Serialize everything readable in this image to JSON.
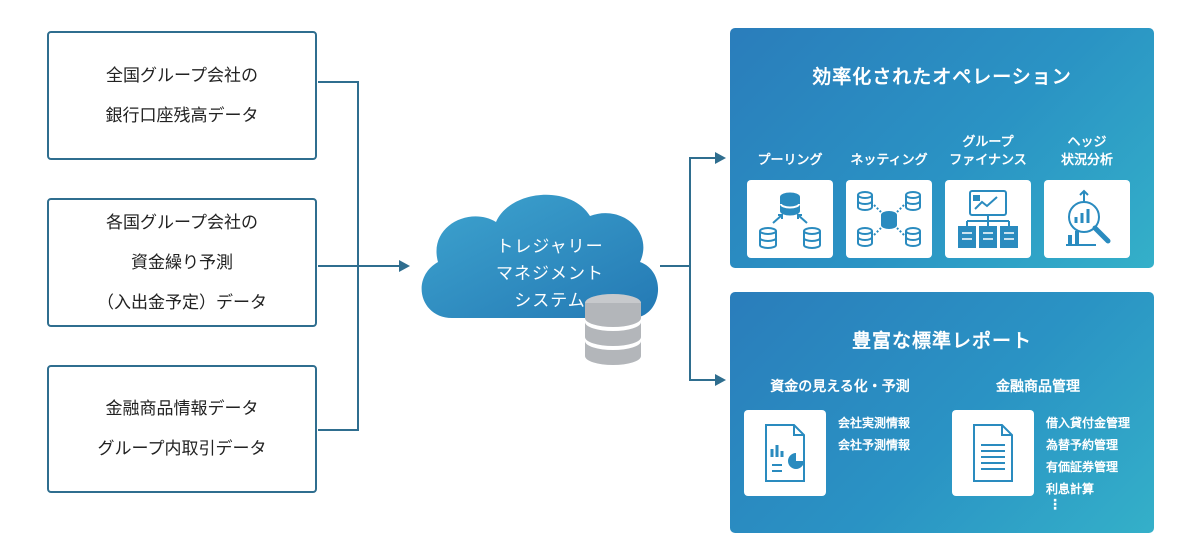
{
  "sources": {
    "box1": {
      "line1": "全国グループ会社の",
      "line2": "銀行口座残高データ"
    },
    "box2": {
      "line1": "各国グループ会社の",
      "line2": "資金繰り予測",
      "line3": "（入出金予定）データ"
    },
    "box3": {
      "line1": "金融商品情報データ",
      "line2": "グループ内取引データ"
    }
  },
  "cloud": {
    "line1": "トレジャリー",
    "line2": "マネジメント",
    "line3": "システム"
  },
  "operations": {
    "title": "効率化されたオペレーション",
    "items": [
      {
        "line1": "",
        "line2": "プーリング",
        "icon": "pooling-icon"
      },
      {
        "line1": "",
        "line2": "ネッティング",
        "icon": "netting-icon"
      },
      {
        "line1": "グループ",
        "line2": "ファイナンス",
        "icon": "group-finance-icon"
      },
      {
        "line1": "ヘッジ",
        "line2": "状況分析",
        "icon": "hedge-analysis-icon"
      }
    ]
  },
  "reports": {
    "title": "豊富な標準レポート",
    "left": {
      "title": "資金の見える化・予測",
      "items": [
        "会社実測情報",
        "会社予測情報"
      ],
      "icon": "chart-document-icon"
    },
    "right": {
      "title": "金融商品管理",
      "items": [
        "借入貸付金管理",
        "為替予約管理",
        "有価証券管理",
        "利息計算"
      ],
      "more": "⋮",
      "icon": "text-document-icon"
    }
  },
  "colors": {
    "line": "#2f6e8f",
    "cloud": "#2a93c4",
    "panel": "#2a8fc2",
    "icon": "#2a8bbf"
  }
}
